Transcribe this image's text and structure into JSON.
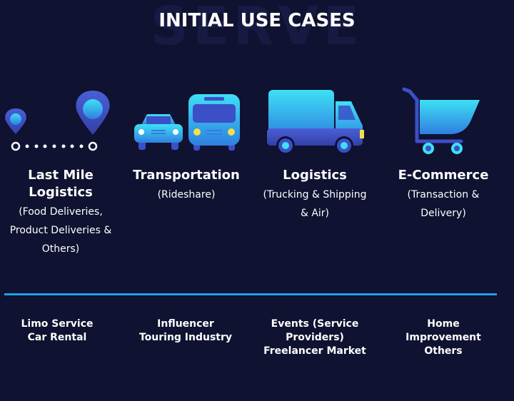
{
  "watermark": "SERVE",
  "title": "INITIAL USE CASES",
  "use_cases": [
    {
      "icon": "location-route-icon",
      "title_lines": [
        "Last Mile",
        "Logistics"
      ],
      "subtitle_lines": [
        "(Food Deliveries,",
        "Product Deliveries &",
        "Others)"
      ]
    },
    {
      "icon": "car-bus-icon",
      "title_lines": [
        "Transportation"
      ],
      "subtitle_lines": [
        "(Rideshare)"
      ]
    },
    {
      "icon": "truck-icon",
      "title_lines": [
        "Logistics"
      ],
      "subtitle_lines": [
        "(Trucking & Shipping",
        "& Air)"
      ]
    },
    {
      "icon": "shopping-cart-icon",
      "title_lines": [
        "E-Commerce"
      ],
      "subtitle_lines": [
        "(Transaction &",
        "Delivery)"
      ]
    }
  ],
  "bottom_items": [
    [
      "Limo Service",
      "Car Rental"
    ],
    [
      "Influencer",
      "Touring Industry"
    ],
    [
      "Events (Service",
      "Providers)",
      "Freelancer Market"
    ],
    [
      "Home",
      "Improvement",
      "Others"
    ]
  ],
  "colors": {
    "background": "#0f1230",
    "accent": "#1fa0ea",
    "icon_light": "#3ee0f5",
    "icon_dark": "#3b4fc6"
  }
}
